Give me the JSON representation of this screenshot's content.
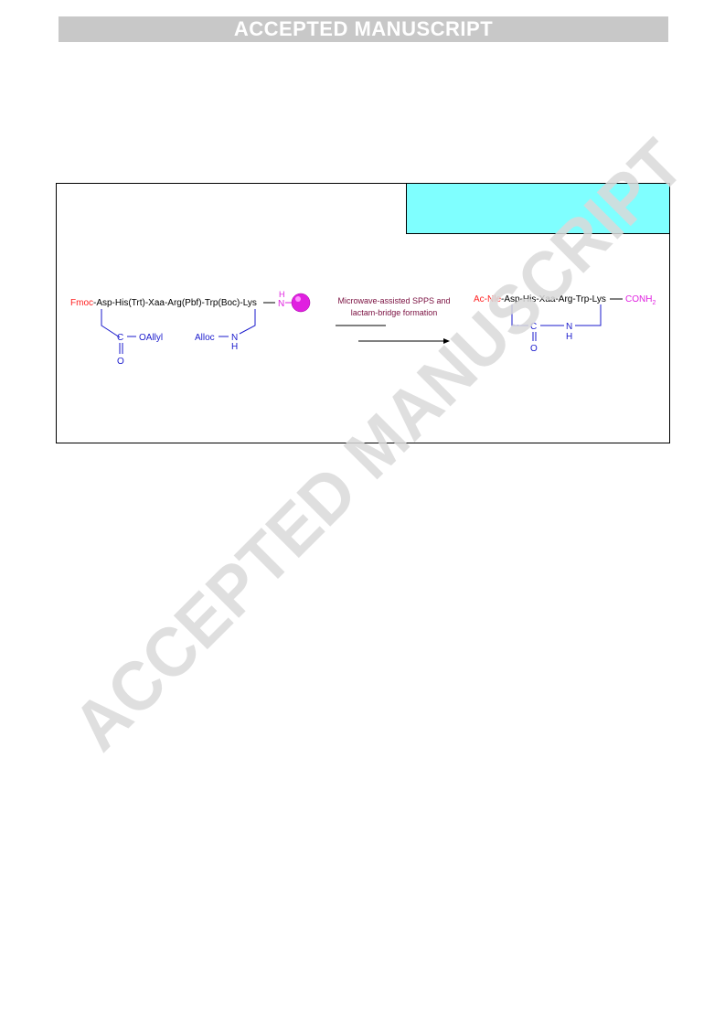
{
  "banner": {
    "text": "ACCEPTED MANUSCRIPT"
  },
  "scheme": {
    "left": {
      "protecting_group": "Fmoc",
      "sequence": "-Asp-His(Trt)-Xaa-Arg(Pbf)-Trp(Boc)-Lys",
      "resin_nh_h": "H",
      "resin_nh_n": "N",
      "side_c": "C",
      "side_oallyl": "OAllyl",
      "side_o": "O",
      "alloc": "Alloc",
      "lys_n": "N",
      "lys_h": "H"
    },
    "arrow": {
      "line1": "Microwave-assisted SPPS and",
      "line2": "lactam-bridge formation"
    },
    "right": {
      "capping": "Ac-Nle",
      "sequence": "-Asp-His-Xaa-Arg-Trp-Lys",
      "terminus": "CONH",
      "terminus_sub": "2",
      "bridge_c": "C",
      "bridge_o": "O",
      "bridge_n": "N",
      "bridge_h": "H"
    }
  },
  "watermark": {
    "text": "ACCEPTED MANUSCRIPT",
    "color": "#d9d9d9"
  },
  "colors": {
    "red": "#ff2020",
    "blue": "#1a1acc",
    "magenta": "#e020e0",
    "maroon": "#7a1040",
    "cyan": "#7fffff"
  }
}
